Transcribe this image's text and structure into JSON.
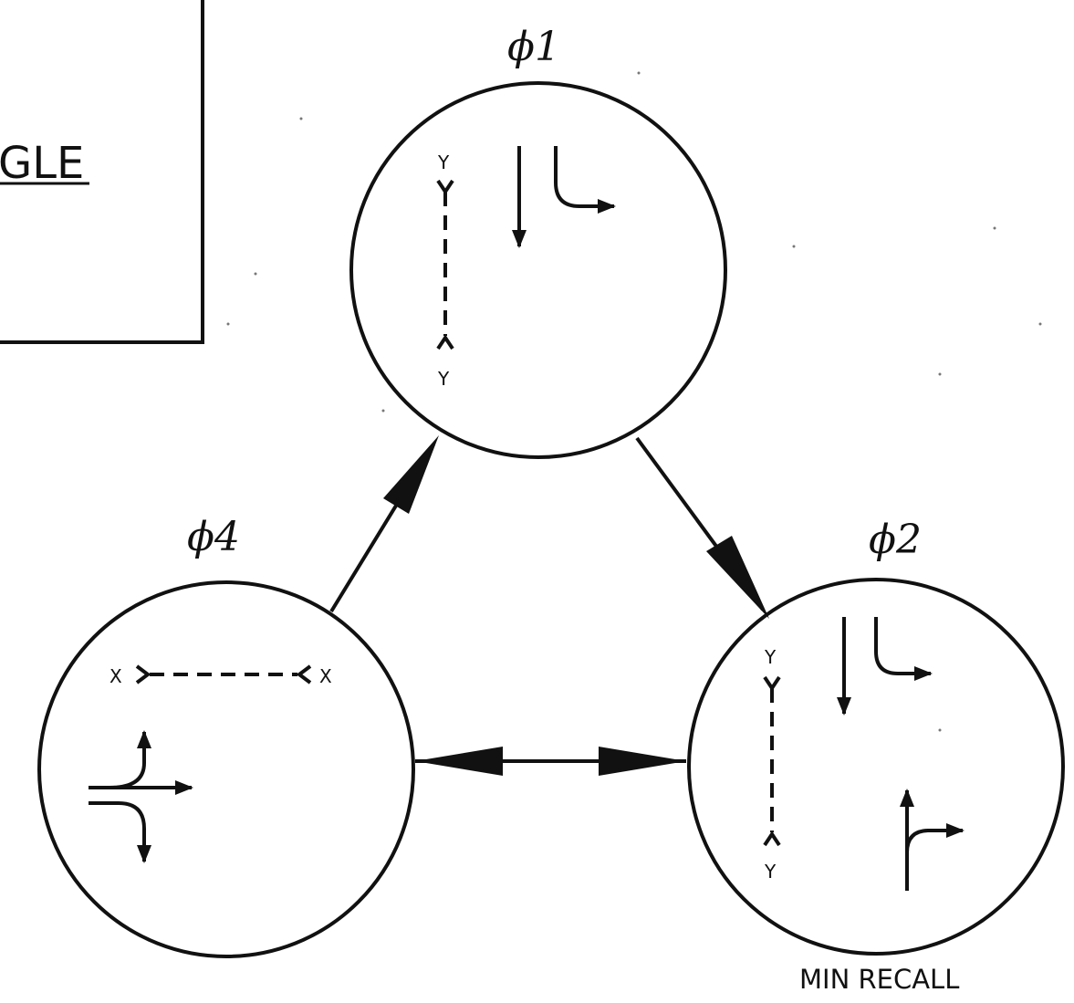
{
  "diagram": {
    "partial_box_label": "GLE",
    "phases": [
      {
        "id": "phase-1",
        "label": "ϕ1"
      },
      {
        "id": "phase-2",
        "label": "ϕ2",
        "note": "MIN RECALL"
      },
      {
        "id": "phase-4",
        "label": "ϕ4"
      }
    ],
    "pedestrian_marks": {
      "y": "Y",
      "x": "X"
    }
  },
  "colors": {
    "ink": "#111111",
    "background": "#ffffff"
  }
}
